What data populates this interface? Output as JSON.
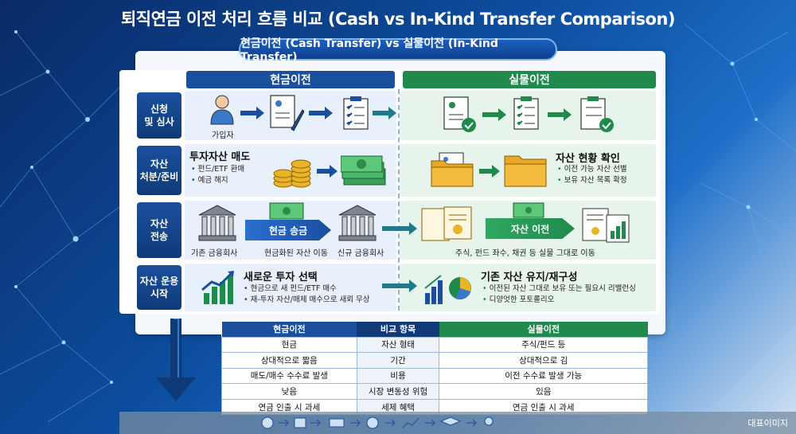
{
  "title": "퇴직연금 이전 처리 흐름 비교 (Cash vs In-Kind Transfer Comparison)",
  "subtitle": "현금이전 (Cash Transfer) vs 실물이전 (In-Kind Transfer)",
  "columns": {
    "cash": "현금이전",
    "kind": "실물이전"
  },
  "rows": [
    {
      "label": "신청\n및 심사",
      "cash_caption": "가입자"
    },
    {
      "label": "자산\n처분/준비",
      "cash_head": "투자자산 매도",
      "cash_bullets": [
        "펀드/ETF 환매",
        "예금 해지"
      ],
      "kind_head": "자산 현황 확인",
      "kind_bullets": [
        "이전 가능 자산 선별",
        "보유 자산 목록 확정"
      ]
    },
    {
      "label": "자산\n전송",
      "cash_left": "기존 금융회사",
      "cash_arrow": "현금 송금",
      "cash_mid": "현금화된 자산 이동",
      "cash_right": "신규 금융회사",
      "kind_arrow": "자산 이전",
      "kind_caption": "주식, 펀드 좌수, 채권 등 실물 그대로 이동"
    },
    {
      "label": "자산 운용\n시작",
      "cash_head": "새로운 투자 선택",
      "cash_bullets": [
        "현금으로 새 펀드/ETF 매수",
        "재-투자 자산/매제 매수으로 새뢰 무상"
      ],
      "kind_head": "기존 자산 유지/재구성",
      "kind_bullets": [
        "이전된 자산 그대로 보유 또는 필요시 리밸런싱",
        "디양엇한 포토롤리오"
      ]
    }
  ],
  "table": {
    "headers": [
      "현금이전",
      "비교 항목",
      "실물이전"
    ],
    "rows": [
      [
        "현금",
        "자산 형태",
        "주식/펀드 등"
      ],
      [
        "상대적으로 짧음",
        "기간",
        "상대적으로 김"
      ],
      [
        "매도/매수 수수료 발생",
        "비용",
        "이전 수수료 발생 가능"
      ],
      [
        "낮음",
        "시장 변동성 위험",
        "있음"
      ],
      [
        "연금 인출 시 과세",
        "세제 혜택",
        "연금 인출 시 과세"
      ]
    ]
  },
  "footer_label": "대표이미지",
  "colors": {
    "cash": "#1a4f9e",
    "kind": "#1f8a4c",
    "navy": "#0f3a78"
  }
}
